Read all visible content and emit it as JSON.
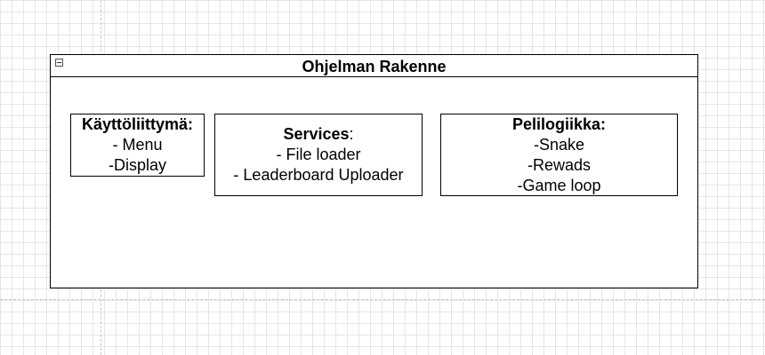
{
  "diagram": {
    "container": {
      "title": "Ohjelman Rakenne"
    },
    "boxes": {
      "ui": {
        "heading": "Käyttöliittymä:",
        "items": [
          "- Menu",
          "-Display"
        ]
      },
      "services": {
        "heading": "Services",
        "heading_suffix": ":",
        "items": [
          "- File loader",
          "- Leaderboard Uploader"
        ]
      },
      "logic": {
        "heading": "Pelilogiikka:",
        "items": [
          "-Snake",
          "-Rewads",
          "-Game loop"
        ]
      }
    }
  }
}
